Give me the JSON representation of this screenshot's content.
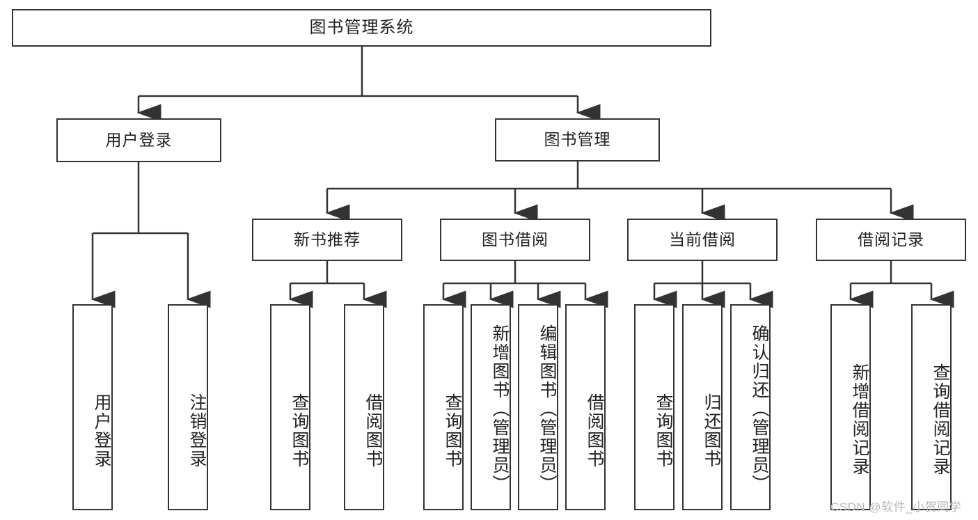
{
  "diagram": {
    "title": "图书管理系统",
    "type": "tree-hierarchy-diagram",
    "colors": {
      "box_border": "#333333",
      "box_fill": "#ffffff",
      "connector": "#333333",
      "text": "#222222",
      "watermark": "#b9b9b9",
      "background": "#ffffff"
    },
    "root": {
      "id": "root",
      "label": "图书管理系统"
    },
    "level2": [
      {
        "id": "user-login",
        "label": "用户登录"
      },
      {
        "id": "book-manage",
        "label": "图书管理"
      }
    ],
    "level3": [
      {
        "id": "new-book-rec",
        "label": "新书推荐",
        "parent": "book-manage"
      },
      {
        "id": "book-borrow",
        "label": "图书借阅",
        "parent": "book-manage"
      },
      {
        "id": "current-borrow",
        "label": "当前借阅",
        "parent": "book-manage"
      },
      {
        "id": "borrow-record",
        "label": "借阅记录",
        "parent": "book-manage"
      }
    ],
    "leaves": [
      {
        "id": "leaf-user-login",
        "label": "用户登录",
        "parent": "user-login"
      },
      {
        "id": "leaf-logout",
        "label": "注销登录",
        "parent": "user-login"
      },
      {
        "id": "leaf-query-book-1",
        "label": "查询图书",
        "parent": "new-book-rec"
      },
      {
        "id": "leaf-borrow-book-1",
        "label": "借阅图书",
        "parent": "new-book-rec"
      },
      {
        "id": "leaf-query-book-2",
        "label": "查询图书",
        "parent": "book-borrow"
      },
      {
        "id": "leaf-add-book",
        "label": "新增图书（管理员）",
        "parent": "book-borrow"
      },
      {
        "id": "leaf-edit-book",
        "label": "编辑图书（管理员）",
        "parent": "book-borrow"
      },
      {
        "id": "leaf-borrow-book-2",
        "label": "借阅图书",
        "parent": "book-borrow"
      },
      {
        "id": "leaf-query-book-3",
        "label": "查询图书",
        "parent": "current-borrow"
      },
      {
        "id": "leaf-return-book",
        "label": "归还图书",
        "parent": "current-borrow"
      },
      {
        "id": "leaf-confirm-return",
        "label": "确认归还（管理员）",
        "parent": "current-borrow"
      },
      {
        "id": "leaf-add-record",
        "label": "新增借阅记录",
        "parent": "borrow-record"
      },
      {
        "id": "leaf-query-record",
        "label": "查询借阅记录",
        "parent": "borrow-record"
      }
    ],
    "watermark": "CSDN @软件_小贺同学"
  }
}
